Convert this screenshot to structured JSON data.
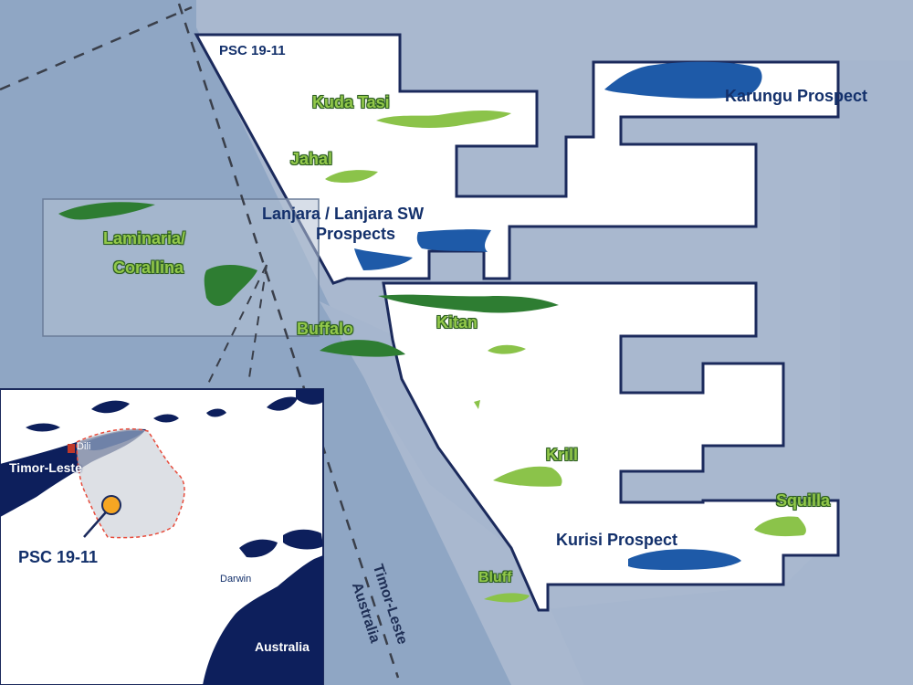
{
  "map": {
    "permit_label": "PSC 19-11",
    "fields": {
      "kuda_tasi": "Kuda Tasi",
      "jahal": "Jahal",
      "laminaria": "Laminaria/",
      "corallina": "Corallina",
      "buffalo": "Buffalo",
      "kitan": "Kitan",
      "krill": "Krill",
      "squilla": "Squilla",
      "bluff": "Bluff"
    },
    "prospects": {
      "karungu": "Karungu Prospect",
      "lanjara_line1": "Lanjara / Lanjara SW",
      "lanjara_line2": "Prospects",
      "kurisi": "Kurisi Prospect"
    },
    "border": {
      "timor_leste": "Timor-Leste",
      "australia": "Australia"
    },
    "inset": {
      "dili": "Dili",
      "timor_leste": "Timor-Leste",
      "psc": "PSC 19-11",
      "darwin": "Darwin",
      "australia": "Australia"
    },
    "colors": {
      "sea_deep": "#8fa6c4",
      "sea_light": "#a9b8cf",
      "block_fill": "#ffffff",
      "block_outline": "#1b2a5c",
      "oil_field": "#2e7d32",
      "gas_field": "#8bc34a",
      "prospect": "#1e5aa8",
      "land": "#0d1f5c"
    }
  }
}
